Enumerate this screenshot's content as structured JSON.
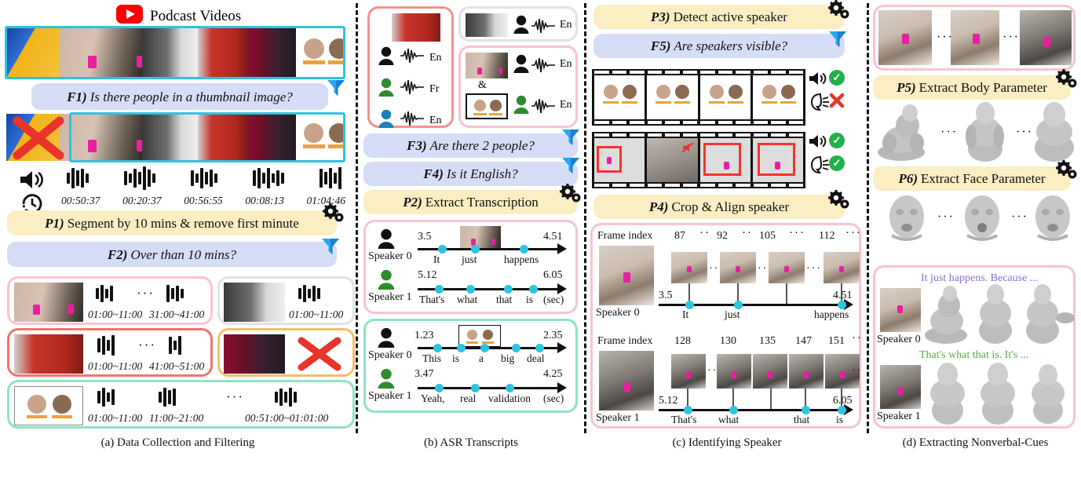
{
  "header": {
    "logo_icon": "youtube-logo-icon",
    "title": "Podcast Videos"
  },
  "panels": [
    {
      "id": "a",
      "caption": "(a) Data Collection and Filtering"
    },
    {
      "id": "b",
      "caption": "(b) ASR Transcripts"
    },
    {
      "id": "c",
      "caption": "(c) Identifying Speaker"
    },
    {
      "id": "d",
      "caption": "(d) Extracting Nonverbal-Cues"
    }
  ],
  "steps": {
    "f1": {
      "tag": "F1)",
      "text": "Is there people in a thumbnail image?",
      "kind": "filter"
    },
    "p1": {
      "tag": "P1)",
      "text": "Segment by 10 mins & remove first minute",
      "kind": "process"
    },
    "f2": {
      "tag": "F2)",
      "text": "Over than 10 mins?",
      "kind": "filter"
    },
    "f3": {
      "tag": "F3)",
      "text": "Are there 2 people?",
      "kind": "filter"
    },
    "f4": {
      "tag": "F4)",
      "text": "Is it English?",
      "kind": "filter"
    },
    "p2": {
      "tag": "P2)",
      "text": "Extract Transcription",
      "kind": "process"
    },
    "p3": {
      "tag": "P3)",
      "text": "Detect active speaker",
      "kind": "process"
    },
    "f5": {
      "tag": "F5)",
      "text": "Are speakers visible?",
      "kind": "filter"
    },
    "p4": {
      "tag": "P4)",
      "text": "Crop & Align speaker",
      "kind": "process"
    },
    "p5": {
      "tag": "P5)",
      "text": "Extract Body Parameter",
      "kind": "process"
    },
    "p6": {
      "tag": "P6)",
      "text": "Extract Face Parameter",
      "kind": "process"
    }
  },
  "panel_a": {
    "durations": [
      "00:50:37",
      "00:20:37",
      "00:56:55",
      "00:08:13",
      "01:04:46"
    ],
    "audio_icon": "speaker-volume-icon",
    "clock_icon": "clock-history-icon",
    "reject_icon": "red-x-icon",
    "segment_rows": [
      {
        "frame": "pink-light",
        "ranges": [
          "01:00~11:00",
          "31:00~41:00"
        ],
        "ellipsis": true,
        "rejected": false
      },
      {
        "frame": "gray",
        "ranges": [
          "01:00~11:00"
        ],
        "ellipsis": false,
        "rejected": false
      },
      {
        "frame": "red",
        "ranges": [
          "01:00~11:00",
          "41:00~51:00"
        ],
        "ellipsis": true,
        "rejected": false
      },
      {
        "frame": "orange",
        "ranges": [],
        "ellipsis": false,
        "rejected": true
      },
      {
        "frame": "mint",
        "ranges": [
          "01:00~11:00",
          "11:00~21:00",
          "00:51:00~01:01:00"
        ],
        "ellipsis": true,
        "rejected": false
      }
    ]
  },
  "panel_b": {
    "lang_group_multi": {
      "frame": "pink-strong",
      "speakers": [
        {
          "color": "#111111",
          "lang": "En"
        },
        {
          "color": "#2e8b2e",
          "lang": "Fr"
        },
        {
          "color": "#1b7fba",
          "lang": "En"
        }
      ]
    },
    "lang_group_single": {
      "frame": "gray",
      "speakers": [
        {
          "color": "#111111",
          "lang": "En"
        }
      ]
    },
    "lang_group_pair": {
      "frame": "pink-light",
      "joiner": "&",
      "speakers": [
        {
          "color": "#111111",
          "lang": "En"
        },
        {
          "color": "#2e8b2e",
          "lang": "En"
        }
      ]
    },
    "transcripts": [
      {
        "frame": "pink-light",
        "lines": [
          {
            "speaker": "Speaker 0",
            "color": "#111111",
            "start": "3.5",
            "end": "4.51",
            "words": [
              "It",
              "just",
              "happens"
            ],
            "unit": ""
          },
          {
            "speaker": "Speaker 1",
            "color": "#2e8b2e",
            "start": "5.12",
            "end": "6.05",
            "words": [
              "That's",
              "what",
              "that",
              "is"
            ],
            "unit": "(sec)"
          }
        ]
      },
      {
        "frame": "mint",
        "lines": [
          {
            "speaker": "Speaker 0",
            "color": "#111111",
            "start": "1.23",
            "end": "2.35",
            "words": [
              "This",
              "is",
              "a",
              "big",
              "deal"
            ],
            "unit": ""
          },
          {
            "speaker": "Speaker 1",
            "color": "#2e8b2e",
            "start": "3.47",
            "end": "4.25",
            "words": [
              "Yeah,",
              "real",
              "validation"
            ],
            "unit": "(sec)"
          }
        ]
      }
    ]
  },
  "panel_c": {
    "filmstrips": [
      {
        "audio_status": "ok",
        "face_status": "no",
        "kind": "slides"
      },
      {
        "audio_status": "ok",
        "face_status": "ok",
        "kind": "people"
      }
    ],
    "status_icons": {
      "ok": "green-check-icon",
      "no": "red-x-icon",
      "audio": "speaker-volume-icon",
      "mouth": "talking-mouth-icon"
    },
    "tracks": [
      {
        "frame_index_label": "Frame index",
        "frames": [
          "87",
          "92",
          "105",
          "112"
        ],
        "speaker": "Speaker 0",
        "color": "#111111",
        "start": "3.5",
        "end": "4.51",
        "words": [
          "It",
          "just",
          "happens"
        ]
      },
      {
        "frame_index_label": "Frame index",
        "frames": [
          "128",
          "130",
          "135",
          "147",
          "151"
        ],
        "speaker": "Speaker 1",
        "color": "#111111",
        "start": "5.12",
        "end": "6.05",
        "words": [
          "That's",
          "what",
          "that",
          "is"
        ]
      }
    ]
  },
  "panel_d": {
    "crops_ellipsis": "...",
    "speaker0": {
      "label": "Speaker 0",
      "quote": "It just happens. Because ...",
      "quote_color": "#8a6fd6"
    },
    "speaker1": {
      "label": "Speaker 1",
      "quote": "That's what that is. It's ...",
      "quote_color": "#5aab45"
    }
  },
  "colors": {
    "filter_pill": "#d5ddf7",
    "process_pill": "#fbeec2",
    "accent_cyan": "#2ec4de",
    "accent_red": "#e8342a",
    "funnel_blue": "#2aa6f0",
    "check_green": "#22b14c"
  }
}
